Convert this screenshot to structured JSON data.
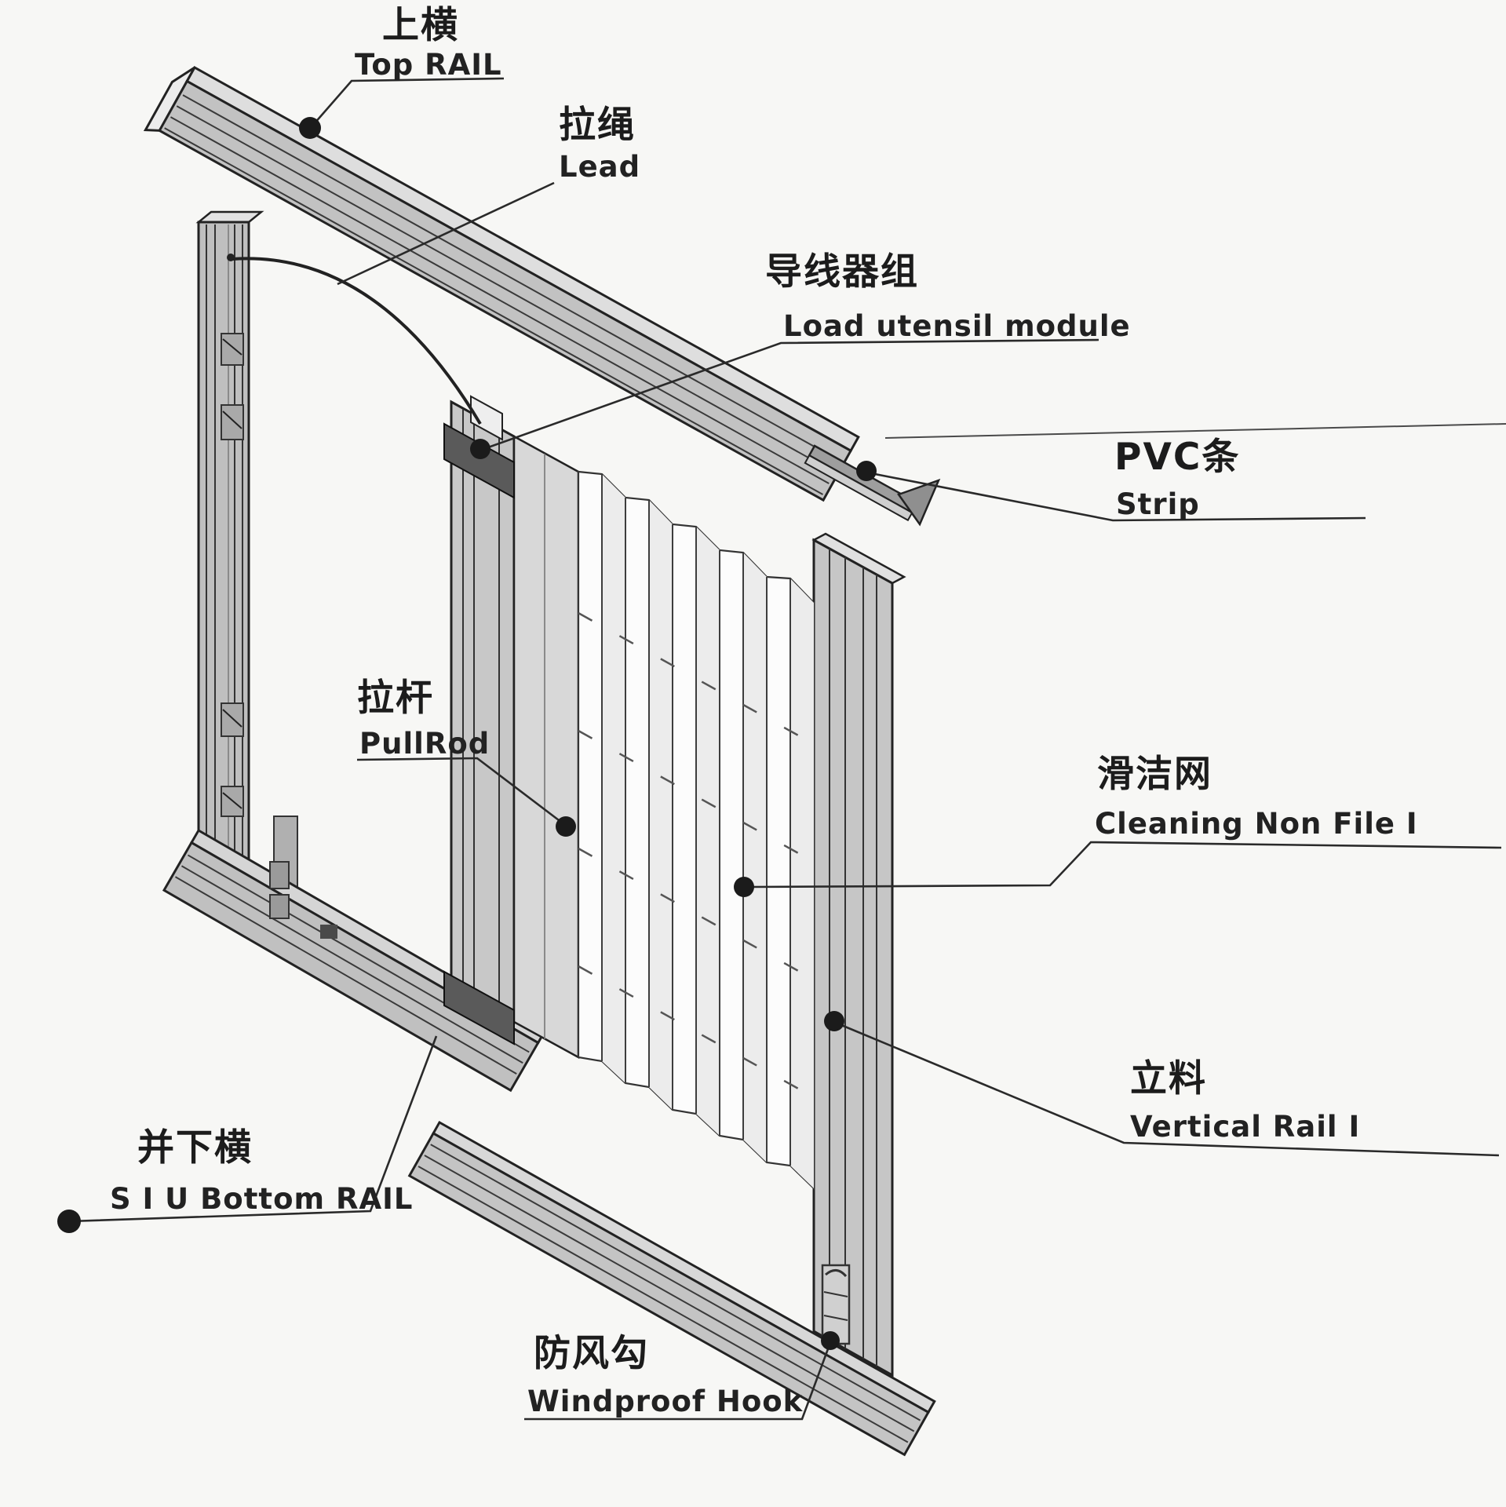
{
  "diagram": {
    "type": "exploded-parts-diagram",
    "subject": "Pleated retractable screen window components",
    "background_color": "#f7f7f5",
    "line_color": "#222222",
    "marker_color": "#1b1b1b",
    "metal_light": "#dedede",
    "metal_mid": "#c4c4c4",
    "module_dark": "#5a5a5a",
    "labels": {
      "top_rail": {
        "zh": "上横",
        "en": "Top RAIL"
      },
      "lead_cord": {
        "zh": "拉绳",
        "en": "Lead"
      },
      "load_module": {
        "zh": "导线器组",
        "en": "Load utensil module"
      },
      "pvc_strip": {
        "zh": "PVC条",
        "en": "Strip"
      },
      "pull_rod": {
        "zh": "拉杆",
        "en": "PullRod"
      },
      "cleaning_net": {
        "zh": "滑洁网",
        "en": "Cleaning Non File I"
      },
      "vertical_rail": {
        "zh": "立料",
        "en": "Vertical Rail I"
      },
      "bottom_rail": {
        "zh": "并下横",
        "en": "S I U Bottom RAIL"
      },
      "windproof_hook": {
        "zh": "防风勾",
        "en": "Windproof Hook"
      }
    }
  }
}
